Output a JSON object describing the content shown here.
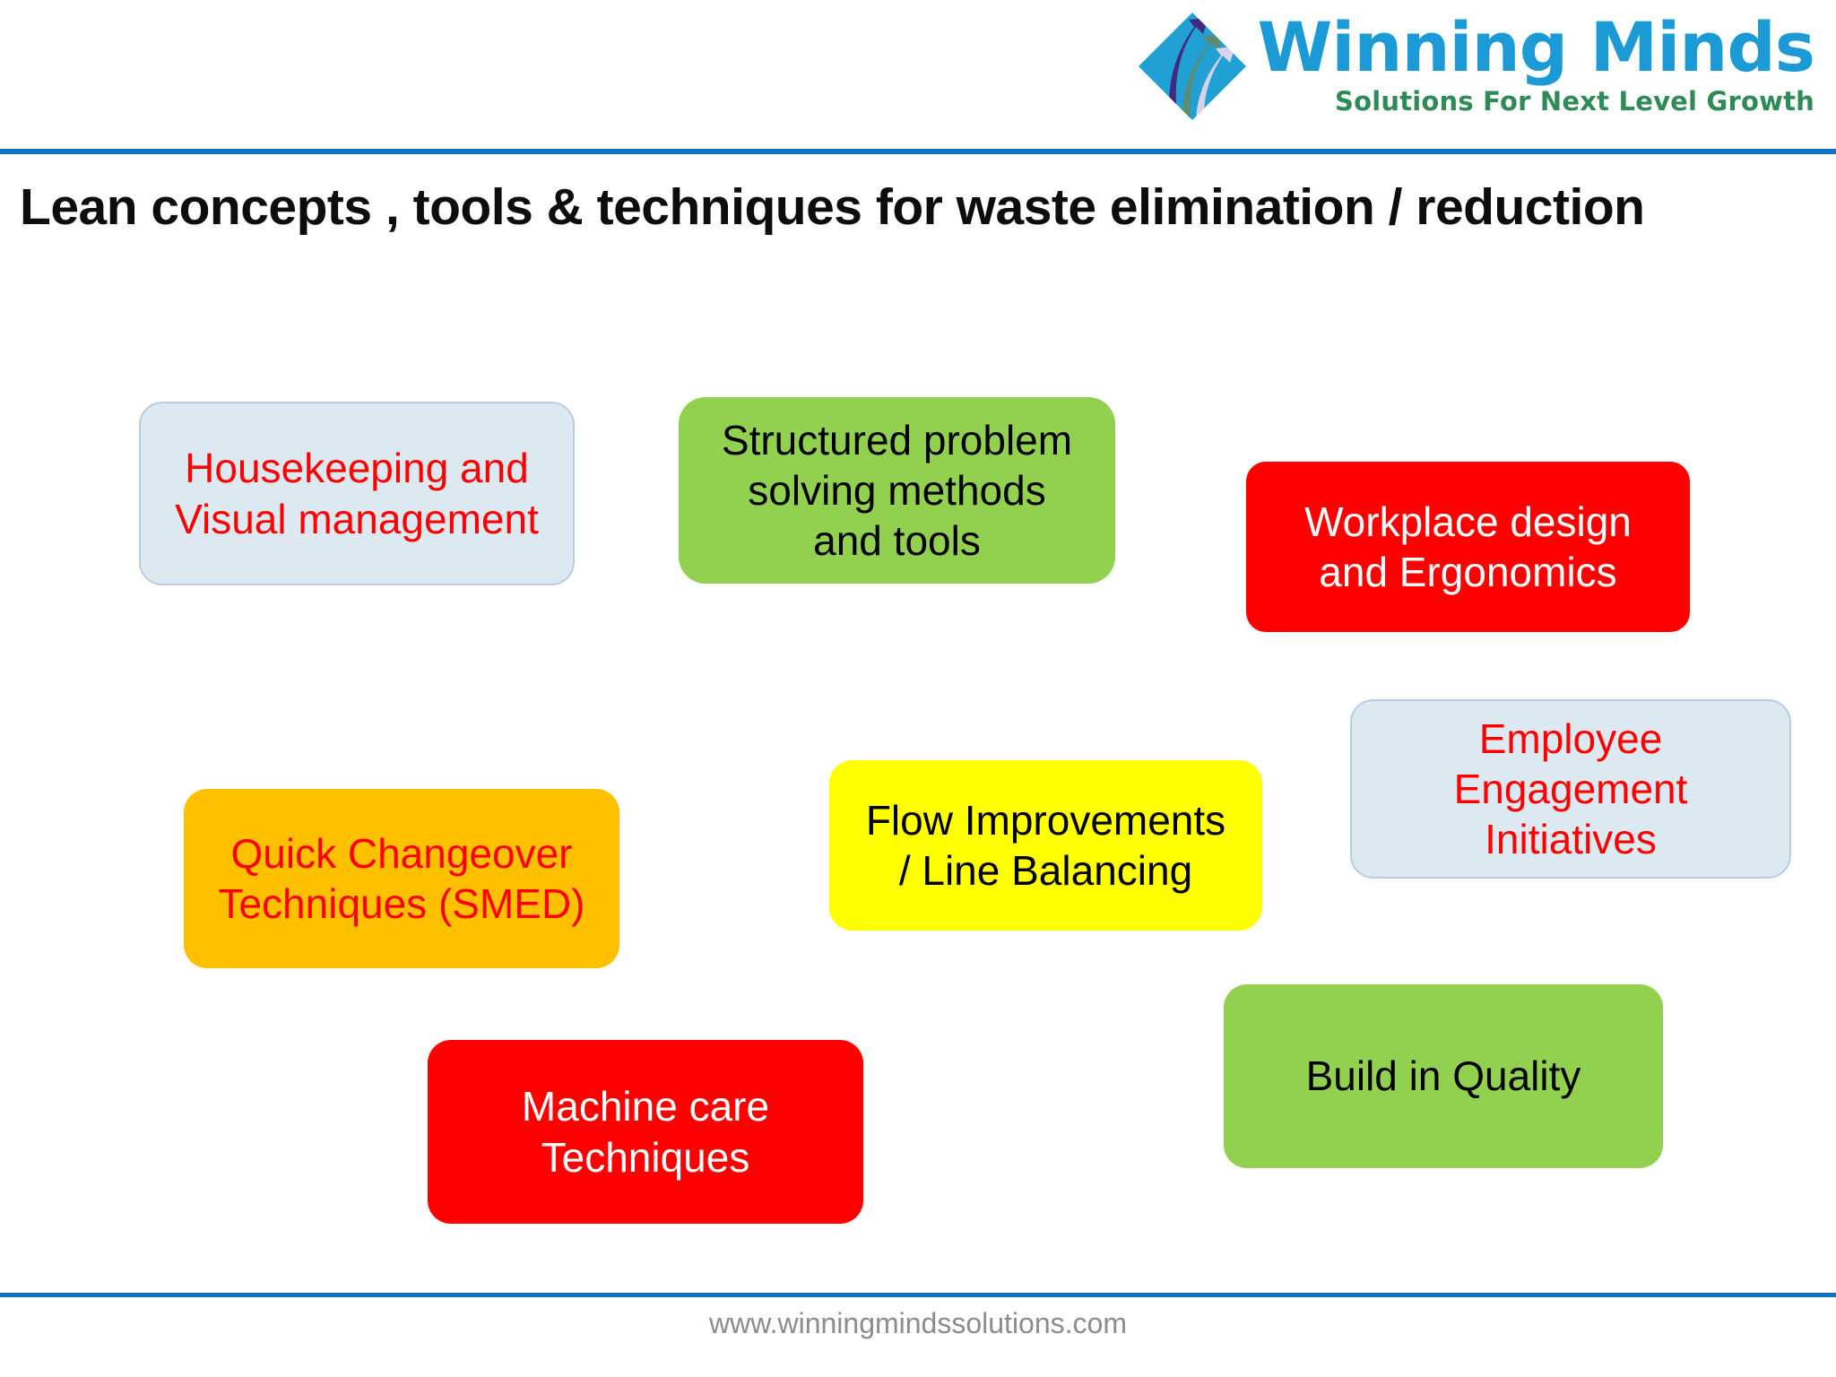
{
  "brand": {
    "name": "Winning Minds",
    "tagline": "Solutions For Next Level Growth",
    "logo_icon": "diamond-arrows-logo",
    "name_color": "#1B9AD6",
    "tagline_color": "#2E8B57"
  },
  "header": {
    "title": "Lean concepts , tools & techniques for waste elimination / reduction",
    "rule_color": "#1273BE"
  },
  "boxes": [
    {
      "id": "housekeeping",
      "label": "Housekeeping and\nVisual management",
      "fill": "#DCE9F1",
      "border": "#B8CCE4",
      "text_color": "#FF0000"
    },
    {
      "id": "structured",
      "label": "Structured problem\nsolving methods\nand tools",
      "fill": "#92D050",
      "text_color": "#000000"
    },
    {
      "id": "workplace",
      "label": "Workplace design\nand  Ergonomics",
      "fill": "#FF0000",
      "text_color": "#FFFFFF"
    },
    {
      "id": "employee",
      "label": "Employee\nEngagement\nInitiatives",
      "fill": "#DCE9F1",
      "border": "#B8CCE4",
      "text_color": "#FF0000"
    },
    {
      "id": "quick",
      "label_main": "Quick Changeover\nTechniques (SMED",
      "label_overflow": ")",
      "label": "Quick Changeover\nTechniques (SMED)",
      "fill": "#FFC000",
      "text_color": "#FF0000"
    },
    {
      "id": "flow",
      "label": "Flow Improvements\n/ Line Balancing",
      "fill": "#FFFF00",
      "text_color": "#000000"
    },
    {
      "id": "machine",
      "label": "Machine care\nTechniques",
      "fill": "#FF0000",
      "text_color": "#FFFFFF"
    },
    {
      "id": "build",
      "label": "Build in Quality",
      "fill": "#92D050",
      "text_color": "#000000"
    }
  ],
  "footer": {
    "url": "www.winningmindssolutions.com"
  }
}
